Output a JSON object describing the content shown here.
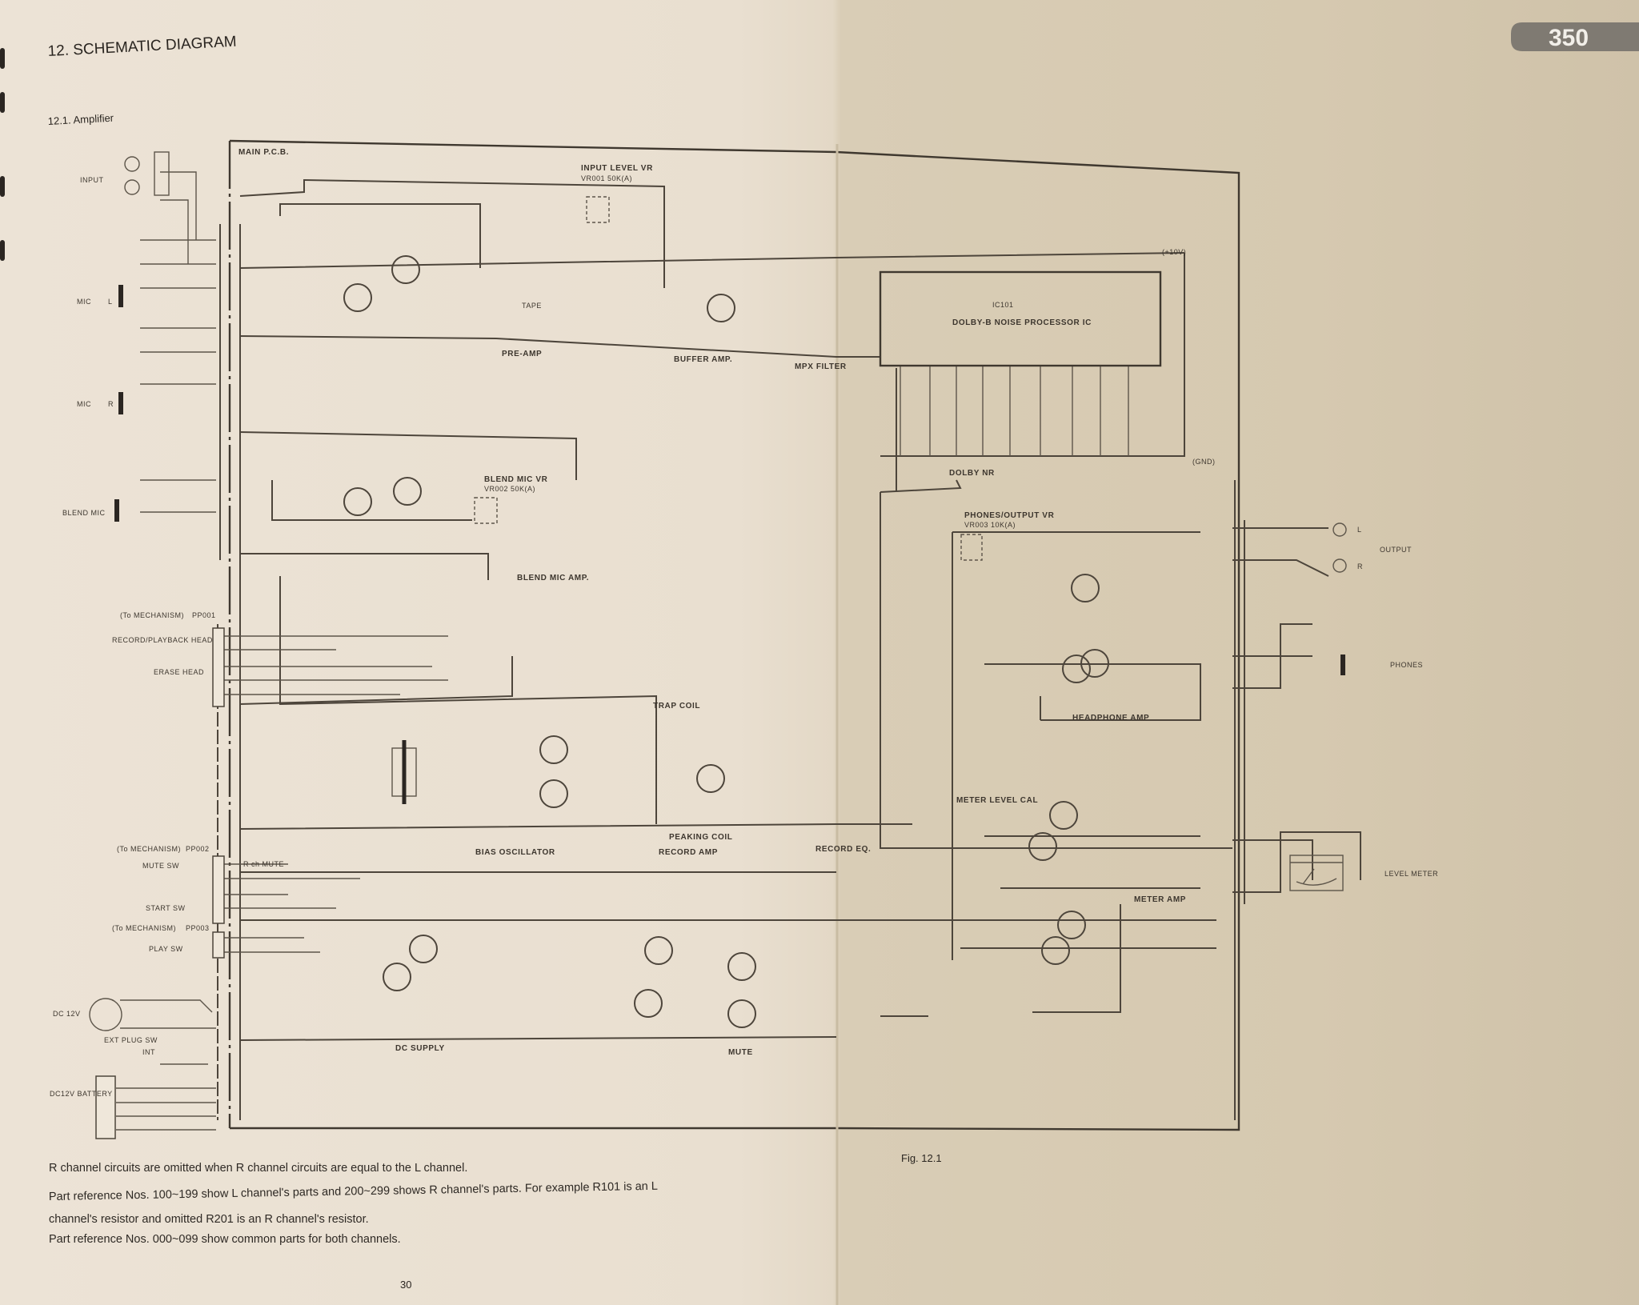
{
  "page_badge": "350",
  "heading": {
    "section": "12. SCHEMATIC DIAGRAM",
    "subsection": "12.1. Amplifier"
  },
  "board_label": "MAIN P.C.B.",
  "left_labels": {
    "input": "INPUT",
    "mic_l": "MIC",
    "mic_l_ch": "L",
    "mic_r": "MIC",
    "mic_r_ch": "R",
    "blend_mic": "BLEND MIC",
    "to_mechanism_1": "(To MECHANISM)",
    "pp001": "PP001",
    "rec_play_head": "RECORD/PLAYBACK HEAD",
    "erase_head": "ERASE HEAD",
    "to_mechanism_2": "(To MECHANISM)",
    "pp002": "PP002",
    "mute_sw": "MUTE SW",
    "start_sw": "START SW",
    "to_mechanism_3": "(To MECHANISM)",
    "pp003": "PP003",
    "play_sw": "PLAY SW",
    "dc12v": "DC 12V",
    "battery": "DC12V BATTERY",
    "int_ext": "INT",
    "ext_plug_sw": "EXT PLUG SW"
  },
  "blocks": {
    "input_level_vr": "INPUT LEVEL VR",
    "input_level_vr_part": "VR001 50K(A)",
    "pre_amp": "PRE-AMP",
    "tape": "TAPE",
    "buffer_amp": "BUFFER AMP.",
    "mpx_filter": "MPX FILTER",
    "dolby_ic_ref": "IC101",
    "dolby_ic": "DOLBY-B NOISE PROCESSOR IC",
    "dolby_nr": "DOLBY NR",
    "gnd": "(GND)",
    "plus10v": "(+10V)",
    "blend_mic_vr": "BLEND MIC VR",
    "blend_mic_vr_part": "VR002 50K(A)",
    "blend_mic_amp": "BLEND MIC AMP.",
    "phones_output_vr": "PHONES/OUTPUT VR",
    "phones_output_vr_part": "VR003 10K(A)",
    "headphone_amp": "HEADPHONE AMP",
    "meter_level_cal": "METER LEVEL CAL",
    "meter_amp": "METER AMP",
    "trap_coil": "TRAP COIL",
    "peaking_coil": "PEAKING COIL",
    "bias_oscillator": "BIAS OSCILLATOR",
    "record_amp": "RECORD AMP",
    "record_eq": "RECORD EQ.",
    "dc_supply": "DC SUPPLY",
    "mute": "MUTE",
    "r_ch_mute": "R ch MUTE"
  },
  "right_labels": {
    "output": "OUTPUT",
    "output_l": "L",
    "output_r": "R",
    "phones": "PHONES",
    "level_meter": "LEVEL METER"
  },
  "figure_caption": "Fig. 12.1",
  "notes": [
    "R channel circuits are omitted when R channel circuits are equal to the L channel.",
    "Part reference Nos. 100~199 show L channel's parts and 200~299 shows R channel's parts. For example R101 is an L",
    "channel's resistor and omitted R201 is an R channel's resistor.",
    "Part reference Nos. 000~099 show common parts for both channels."
  ],
  "page_number": "30",
  "colors": {
    "paper_left": "#ebe2d4",
    "paper_right": "#d6c9b0",
    "ink": "#3f382f",
    "badge": "#7f7a72"
  }
}
